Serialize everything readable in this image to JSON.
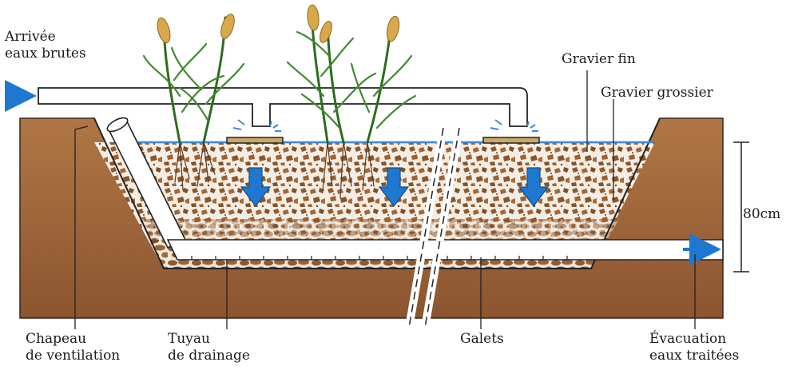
{
  "labels": {
    "inlet": [
      "Arrivée",
      "eaux brutes"
    ],
    "fine_gravel": "Gravier fin",
    "coarse_gravel": "Gravier grossier",
    "depth": "80cm",
    "vent_cap": [
      "Chapeau",
      "de ventilation"
    ],
    "drain_pipe": [
      "Tuyau",
      "de drainage"
    ],
    "pebbles": "Galets",
    "outlet": [
      "Évacuation",
      "eaux traitées"
    ]
  },
  "colors": {
    "soil": "#9a6338",
    "soil_dark": "#7b4c29",
    "gravel_fill": "#f3ece2",
    "gravel_chip": "#8f5a2e",
    "pipe": "#ffffff",
    "water_line": "#3d8ad6",
    "arrow_blue": "#1f78cf",
    "plant_green": "#3f8a2e",
    "plant_dark": "#1f5218",
    "plume": "#d9a84a"
  },
  "icons": [
    "flow-arrow-icon",
    "down-arrow-icon",
    "reed-plant-icon",
    "spray-icon"
  ]
}
